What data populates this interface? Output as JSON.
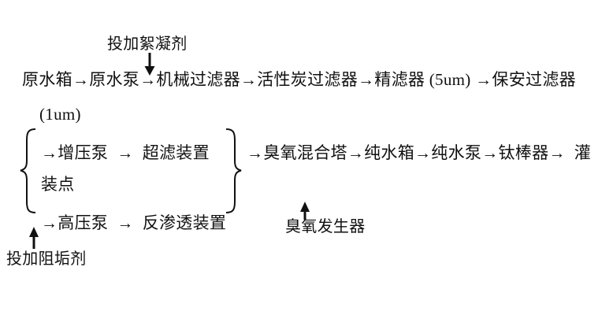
{
  "canvas": {
    "background": "#ffffff",
    "ink": "#111111"
  },
  "labels": {
    "flocculant": "投加絮凝剂",
    "ozone_generator": "臭氧发生器",
    "antiscalant": "投加阻垢剂"
  },
  "flow": {
    "line1": "原水箱→原水泵→机械过滤器→活性炭过滤器→精滤器 (5um) →保安过滤器",
    "line1_wrap": "(1um)",
    "branch_upper": "→增压泵  →  超滤装置",
    "branch_upper_wrap": "装点",
    "merged_line": "→臭氧混合塔→纯水箱→纯水泵→钛棒器→  灌",
    "branch_lower": "→高压泵  →  反渗透装置"
  },
  "icons": {
    "flocculant_arrow": "arrow-down",
    "ozone_arrow": "arrow-up",
    "antiscalant_arrow": "arrow-up",
    "left_brace": "{",
    "right_brace": "}"
  }
}
